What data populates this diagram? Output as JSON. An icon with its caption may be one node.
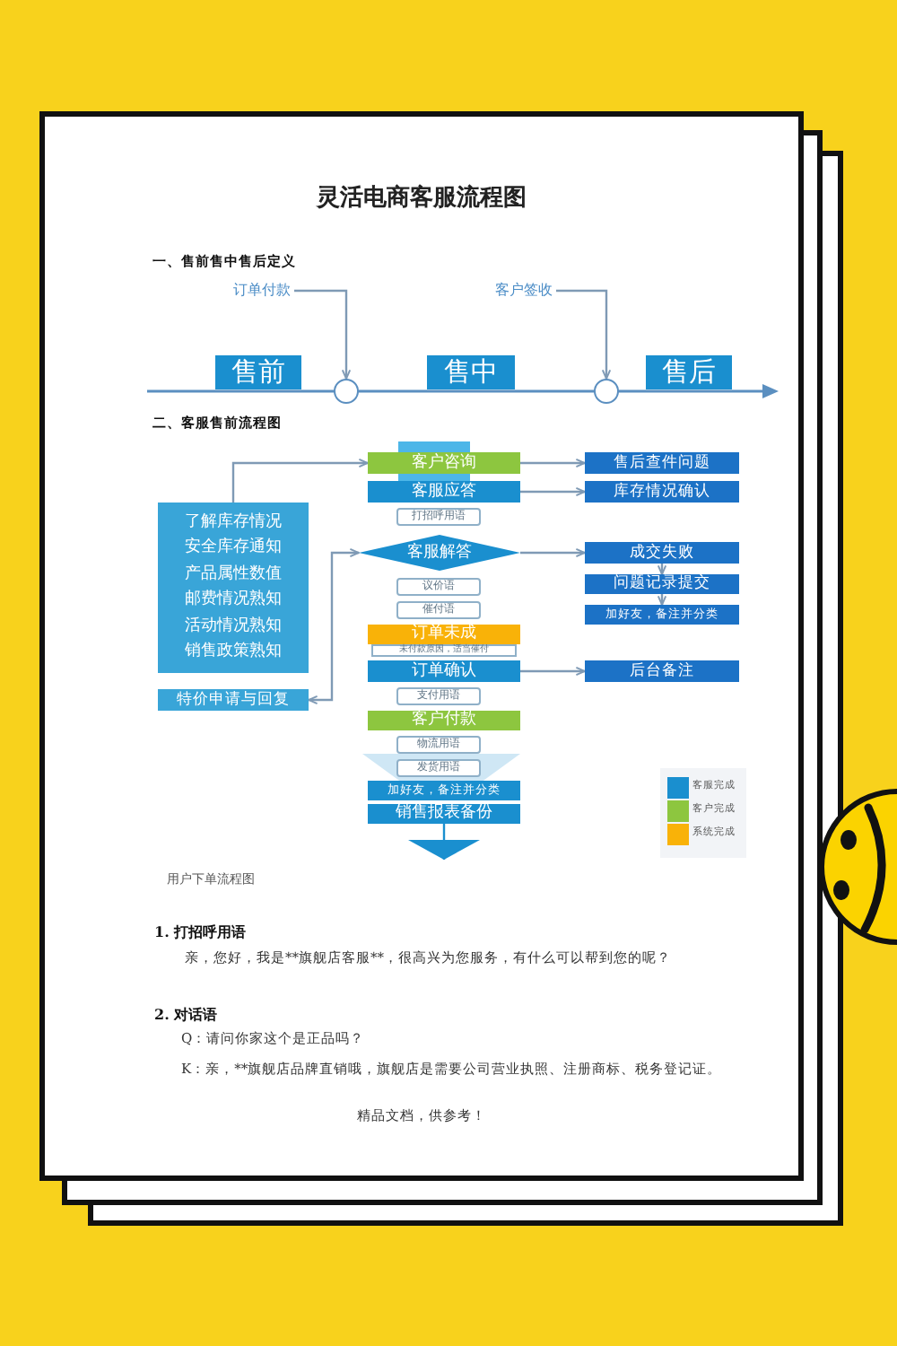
{
  "diagram": {
    "title": "灵活电商客服流程图",
    "caption": "用户下单流程图",
    "nodes": [
      {
        "text": [
          "订单付款"
        ]
      },
      {
        "text": [
          "客户签收"
        ]
      },
      {
        "text": [
          "售前"
        ]
      },
      {
        "text": [],
        "shape": "circle"
      },
      {
        "text": [
          "售中"
        ]
      },
      {
        "text": [],
        "shape": "circle"
      },
      {
        "text": [
          "售后"
        ]
      },
      {
        "text": [
          "客户咨询"
        ]
      },
      {
        "text": [
          "售后查件问题"
        ]
      },
      {
        "text": [
          "客服应答"
        ]
      },
      {
        "text": [
          "库存情况确认"
        ]
      },
      {
        "text": [
          "了解库存情况",
          "安全库存通知",
          "产品属性数值",
          "邮费情况熟知",
          "活动情况熟知",
          "销售政策熟知"
        ]
      },
      {
        "text": [
          "打招呼用语"
        ]
      },
      {
        "text": [
          "客服解答"
        ]
      },
      {
        "text": [
          "成交失败"
        ]
      },
      {
        "text": [
          "问题记录提交"
        ]
      },
      {
        "text": [
          "议价语"
        ]
      },
      {
        "text": [
          "催付语"
        ]
      },
      {
        "text": [
          "加好友，备注并分类"
        ]
      },
      {
        "text": [
          "订单未成"
        ]
      },
      {
        "text": [
          "未付款原因，适当催付"
        ]
      },
      {
        "text": [
          "订单确认"
        ]
      },
      {
        "text": [
          "后台备注"
        ]
      },
      {
        "text": [
          "特价申请与回复"
        ]
      },
      {
        "text": [
          "支付用语"
        ]
      },
      {
        "text": [
          "客户付款"
        ]
      },
      {
        "text": [
          "物流用语"
        ]
      },
      {
        "text": [
          "发货用语"
        ]
      },
      {
        "text": [
          "加好友，备注并分类"
        ]
      },
      {
        "text": [
          "销售报表备份"
        ]
      }
    ],
    "edges": [
      {
        "from": 0,
        "to": 3,
        "arrow": "to"
      },
      {
        "from": 1,
        "to": 5,
        "arrow": "to"
      },
      {
        "from": 11,
        "to": 7,
        "arrow": "to"
      },
      {
        "from": 7,
        "to": 8,
        "arrow": "to"
      },
      {
        "from": 9,
        "to": 10,
        "arrow": "to"
      },
      {
        "from": 13,
        "to": 14,
        "arrow": "to"
      },
      {
        "from": 14,
        "to": 15,
        "arrow": "to"
      },
      {
        "from": 15,
        "to": 18,
        "arrow": "to"
      },
      {
        "from": 21,
        "to": 22,
        "arrow": "to"
      },
      {
        "from": 23,
        "to": 13,
        "arrow": "both"
      },
      {
        "from": 29,
        "to": null,
        "arrow": "to",
        "color": "#1a8fcf"
      }
    ],
    "labels": [
      "一、售前售中售后定义",
      "二、客服售前流程图",
      "1. 打招呼用语",
      "亲，您好，我是**旗舰店客服**，很高兴为您服务，有什么可以帮到您的呢？",
      "2. 对话语",
      "Q：请问你家这个是正品吗？",
      "K：亲，**旗舰店品牌直销哦，旗舰店是需要公司营业执照、注册商标、税务登记证。",
      "精品文档，供参考！"
    ],
    "legend": [
      {
        "text": "客服完成",
        "color": "#1a8fcf"
      },
      {
        "text": "客户完成",
        "color": "#8dc63f"
      },
      {
        "text": "系统完成",
        "color": "#f9b208"
      }
    ]
  }
}
